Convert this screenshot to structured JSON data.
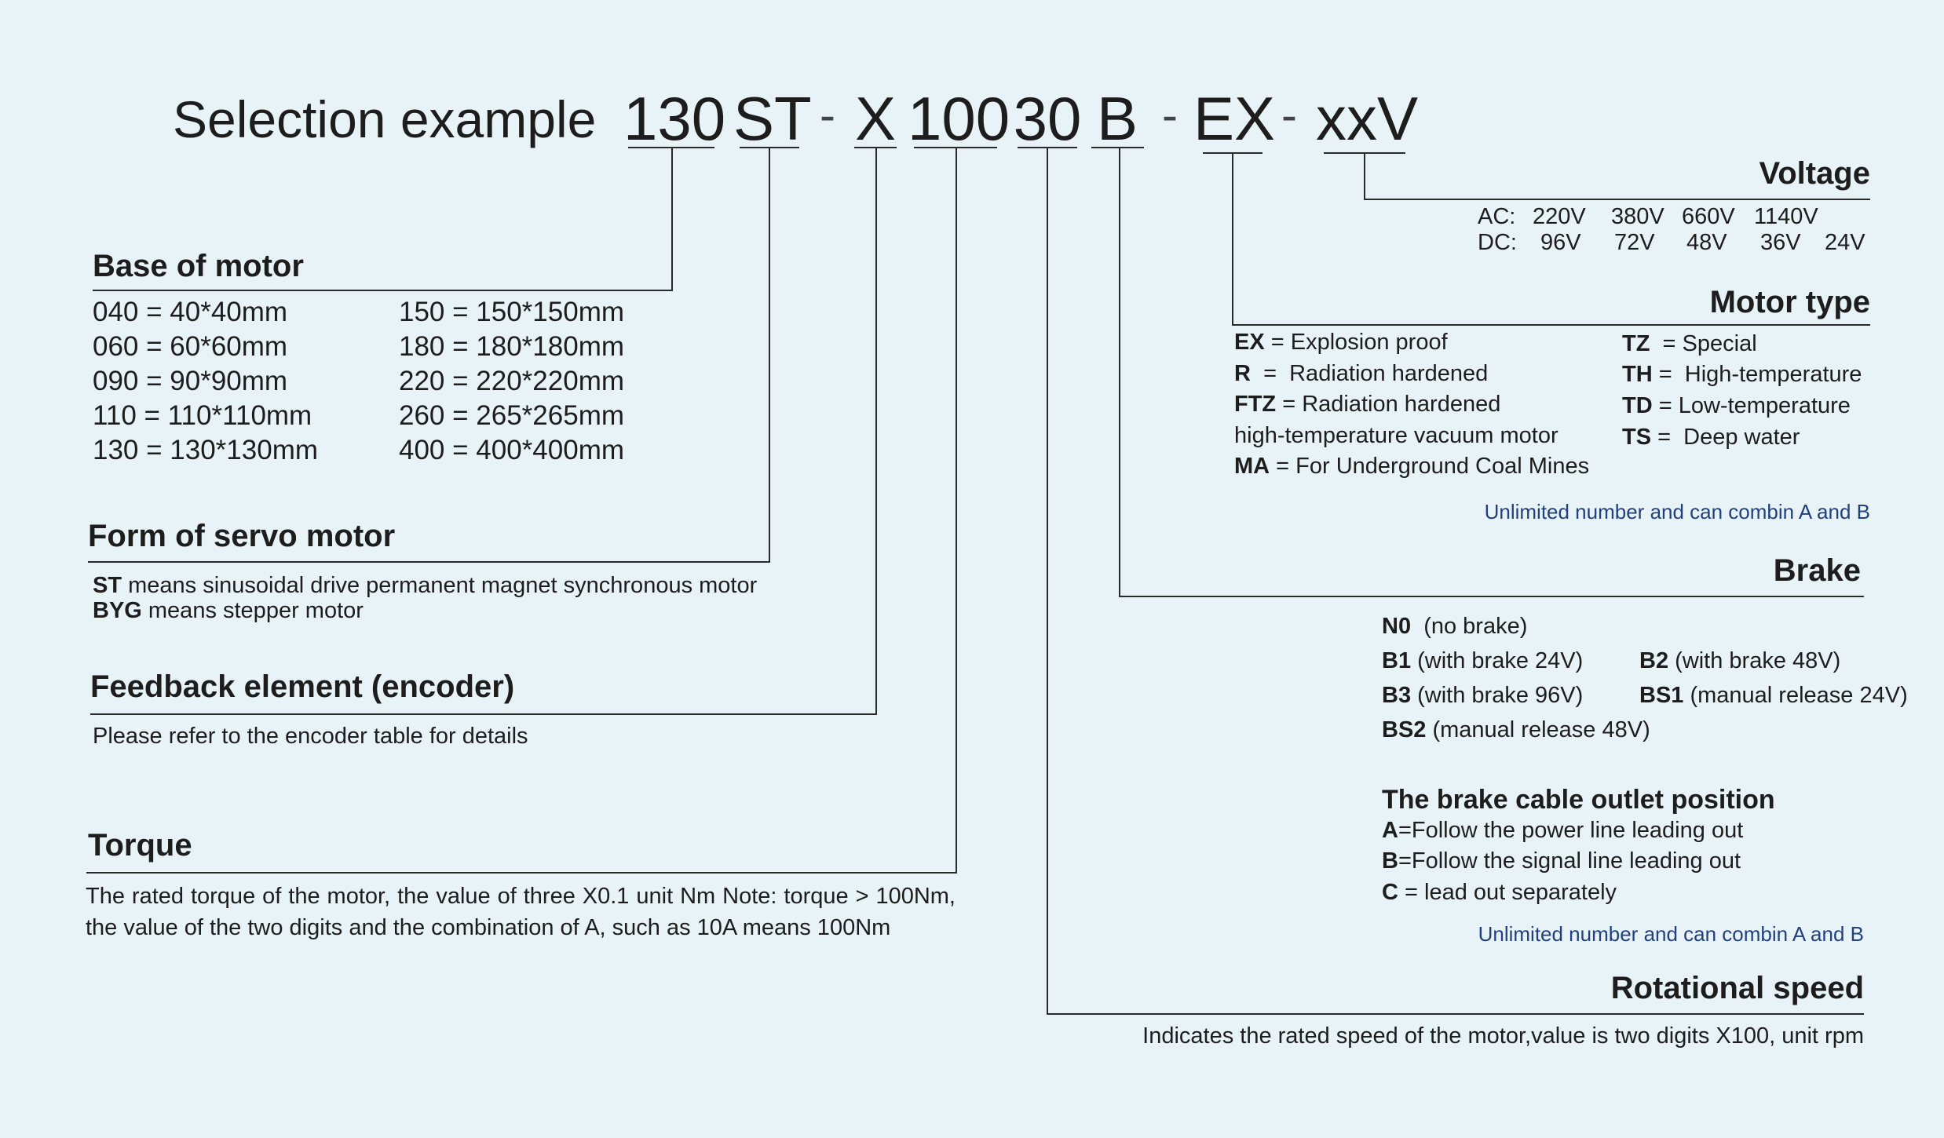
{
  "title": "Selection example",
  "code_segments": [
    "130",
    "ST",
    "X",
    "100",
    "30",
    "B",
    "EX",
    "xxV"
  ],
  "dash": "-",
  "voltage": {
    "heading": "Voltage",
    "ac_label": "AC:",
    "ac_values": [
      "220V",
      "380V",
      "660V",
      "1140V"
    ],
    "dc_label": "DC:",
    "dc_values": [
      "96V",
      "72V",
      "48V",
      "36V",
      "24V"
    ]
  },
  "motor_type": {
    "heading": "Motor type",
    "left": [
      {
        "code": "EX",
        "text": " = Explosion proof"
      },
      {
        "code": "R",
        "text": "  =  Radiation hardened"
      },
      {
        "code": "FTZ",
        "text": " = Radiation hardened"
      },
      {
        "code": "",
        "text": "high-temperature vacuum motor"
      },
      {
        "code": "MA",
        "text": " = For Underground Coal Mines"
      }
    ],
    "right": [
      {
        "code": "TZ",
        "text": "  = Special"
      },
      {
        "code": "TH",
        "text": " =  High-temperature"
      },
      {
        "code": "TD",
        "text": " = Low-temperature"
      },
      {
        "code": "TS",
        "text": " =  Deep water"
      }
    ],
    "note": "Unlimited number and can combin A and B"
  },
  "base_of_motor": {
    "heading": "Base of motor",
    "left": [
      "040 = 40*40mm",
      "060 = 60*60mm",
      "090 = 90*90mm",
      "110 = 110*110mm",
      "130 = 130*130mm"
    ],
    "right": [
      "150 = 150*150mm",
      "180 = 180*180mm",
      "220 = 220*220mm",
      "260 = 265*265mm",
      "400 = 400*400mm"
    ]
  },
  "form_of_servo": {
    "heading": "Form of servo motor",
    "lines": [
      {
        "code": "ST",
        "text": " means sinusoidal drive permanent magnet synchronous motor"
      },
      {
        "code": "BYG",
        "text": " means stepper motor"
      }
    ]
  },
  "feedback": {
    "heading": "Feedback element (encoder)",
    "text": "Please refer to the encoder table for details"
  },
  "torque": {
    "heading": "Torque",
    "text": "The rated torque of the motor, the value of three X0.1 unit Nm Note: torque > 100Nm, the value of the two digits and the combination of A, such as 10A means 100Nm"
  },
  "brake": {
    "heading": "Brake",
    "items": [
      {
        "code": "N0",
        "text": "  (no brake)"
      },
      {
        "code": "B1",
        "text": " (with brake 24V)"
      },
      {
        "code": "B2",
        "text": " (with brake 48V)"
      },
      {
        "code": "B3",
        "text": " (with brake 96V)"
      },
      {
        "code": "BS1",
        "text": " (manual release 24V)"
      },
      {
        "code": "BS2",
        "text": " (manual release 48V)"
      }
    ],
    "outlet_heading": "The brake cable outlet position",
    "outlet": [
      {
        "code": "A",
        "text": "=Follow the power line leading out"
      },
      {
        "code": "B",
        "text": "=Follow the signal line leading out"
      },
      {
        "code": "C",
        "text": " = lead out separately"
      }
    ],
    "note": "Unlimited number and can combin A and B"
  },
  "rotational_speed": {
    "heading": "Rotational speed",
    "text": "Indicates the rated speed of the motor,value is two digits X100, unit rpm"
  }
}
